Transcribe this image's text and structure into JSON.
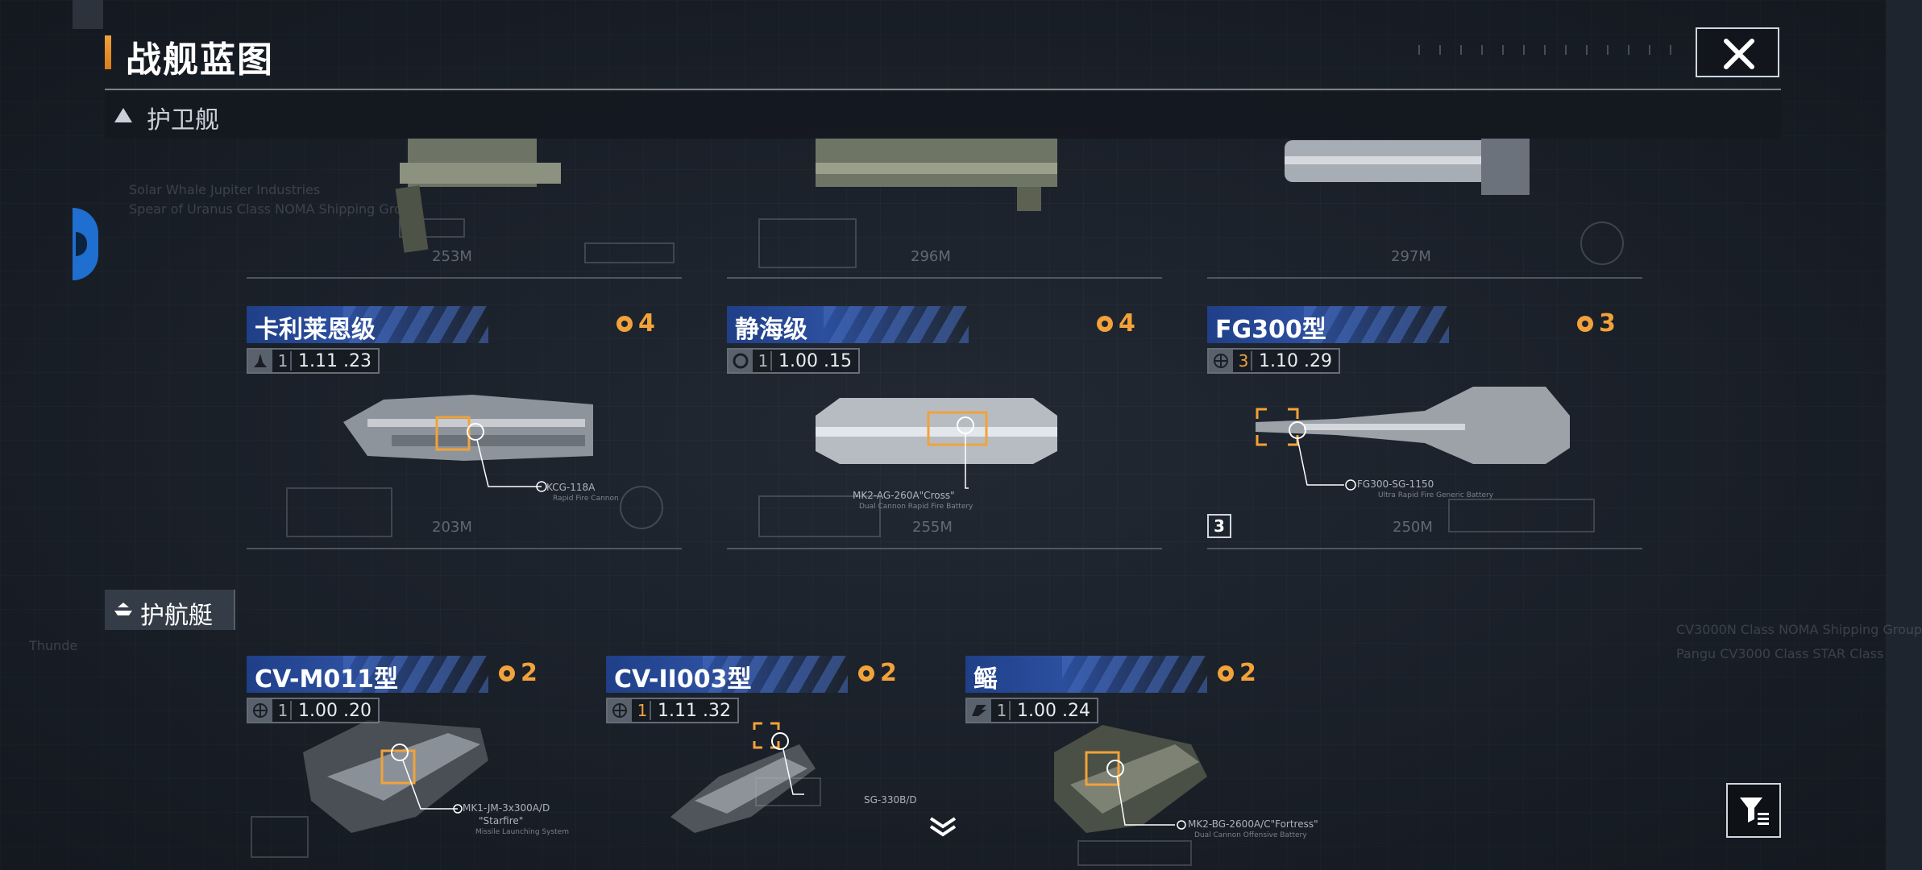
{
  "header": {
    "title": "战舰蓝图",
    "close_icon": "close-icon"
  },
  "sections": [
    {
      "label": "护卫舰",
      "icon": "collapse-arrow-icon"
    },
    {
      "label": "护航艇",
      "icon": "boat-icon"
    }
  ],
  "top_row_lengths": [
    "253M",
    "296M",
    "297M"
  ],
  "frigates": [
    {
      "name": "卡利莱恩级",
      "cost": "4",
      "role_icon": "fighter-icon",
      "tier": "1",
      "version": "1.11 .23",
      "weapon": "KCG-118A",
      "weapon_sub": "Rapid Fire Cannon",
      "length": "203M"
    },
    {
      "name": "静海级",
      "cost": "4",
      "role_icon": "faction-emblem-icon",
      "tier": "1",
      "version": "1.00 .15",
      "weapon": "MK2-AG-260A\"Cross\"",
      "weapon_sub": "Dual Cannon Rapid Fire Battery",
      "length": "255M"
    },
    {
      "name": "FG300型",
      "cost": "3",
      "role_icon": "globe-icon",
      "tier": "3",
      "version": "1.10 .29",
      "weapon": "FG300-SG-1150",
      "weapon_sub": "Ultra Rapid Fire Generic Battery",
      "length": "250M",
      "badge": "3"
    }
  ],
  "corvettes": [
    {
      "name": "CV-M011型",
      "cost": "2",
      "role_icon": "globe-icon",
      "tier": "1",
      "version": "1.00 .20",
      "weapon": "MK1-JM-3x300A/D",
      "weapon_quote": "\"Starfire\"",
      "weapon_sub": "Missile Launching System"
    },
    {
      "name": "CV-II003型",
      "cost": "2",
      "role_icon": "globe-icon",
      "tier": "1",
      "version": "1.11 .32",
      "weapon": "SG-330B/D"
    },
    {
      "name": "鳐",
      "cost": "2",
      "role_icon": "wing-emblem-icon",
      "tier": "1",
      "version": "1.00 .24",
      "weapon": "MK2-BG-2600A/C\"Fortress\"",
      "weapon_sub": "Dual Cannon Offensive Battery"
    }
  ],
  "ghost_text": {
    "line1": "Solar Whale Jupiter Industries",
    "line2": "Spear of Uranus Class NOMA Shipping Group",
    "line3": "CV3000N Class NOMA Shipping Group",
    "line4": "Pangu CV3000 Class STAR Class",
    "line5": "Thunde"
  },
  "colors": {
    "accent": "#f2a23a",
    "name_bar": "#2c4f9e",
    "background": "#1f252e"
  }
}
